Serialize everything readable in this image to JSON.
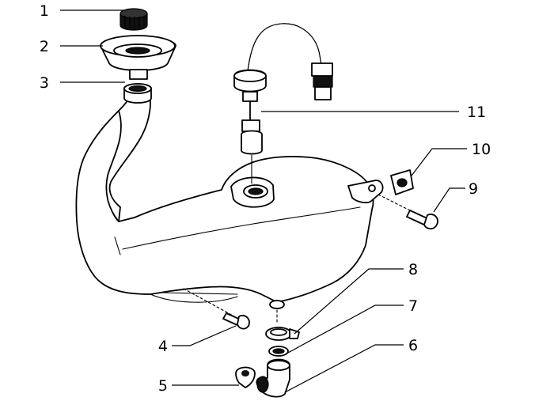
{
  "callouts": [
    {
      "id": "1",
      "label": "1"
    },
    {
      "id": "2",
      "label": "2"
    },
    {
      "id": "3",
      "label": "3"
    },
    {
      "id": "4",
      "label": "4"
    },
    {
      "id": "5",
      "label": "5"
    },
    {
      "id": "6",
      "label": "6"
    },
    {
      "id": "7",
      "label": "7"
    },
    {
      "id": "8",
      "label": "8"
    },
    {
      "id": "9",
      "label": "9"
    },
    {
      "id": "10",
      "label": "10"
    },
    {
      "id": "11",
      "label": "11"
    }
  ],
  "parts": [
    "fuel-cap-part",
    "filler-neck-cup-part",
    "neck-gasket-part",
    "mount-bolt-part",
    "drain-clip-part",
    "elbow-fitting-part",
    "o-ring-part",
    "spring-clip-part",
    "side-bolt-part",
    "clip-nut-part",
    "fuel-gauge-sender-part"
  ]
}
